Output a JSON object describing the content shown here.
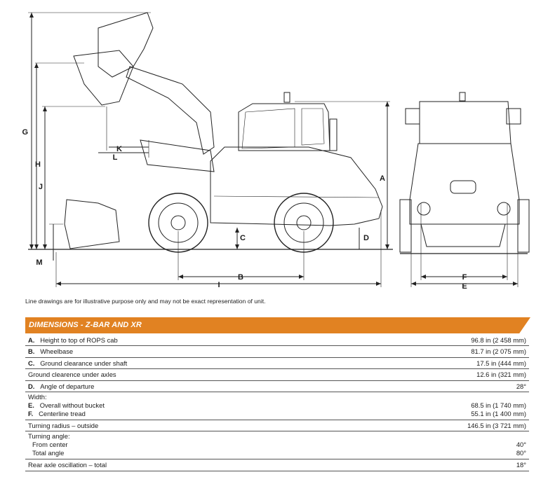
{
  "drawing": {
    "side_labels": [
      "G",
      "H",
      "J",
      "K",
      "L",
      "M",
      "A",
      "B",
      "C",
      "D",
      "I"
    ],
    "rear_labels": [
      "F",
      "E"
    ]
  },
  "caption": "Line drawings are for illustrative purpose only and may not be exact representation of unit.",
  "banner": {
    "title": "DIMENSIONS - Z-BAR AND XR",
    "color": "#e18222"
  },
  "rows": [
    {
      "letter": "A.",
      "label": "Height to top of ROPS cab",
      "value": "96.8 in (2 458 mm)"
    },
    {
      "letter": "B.",
      "label": "Wheelbase",
      "value": "81.7 in (2 075 mm)"
    },
    {
      "letter": "C.",
      "label": "Ground clearance under shaft",
      "value": "17.5 in (444 mm)"
    },
    {
      "letter": "",
      "label": "Ground clearence under axles",
      "value": "12.6 in (321 mm)"
    },
    {
      "letter": "D.",
      "label": "Angle of departure",
      "value": "28°"
    }
  ],
  "width_block": {
    "heading": "Width:",
    "items": [
      {
        "letter": "E.",
        "label": "Overall without bucket",
        "value": "68.5 in (1 740 mm)"
      },
      {
        "letter": "F.",
        "label": "Centerline tread",
        "value": "55.1 in (1 400 mm)"
      }
    ]
  },
  "turning_radius": {
    "label": "Turning radius – outside",
    "value": "146.5 in (3 721 mm)"
  },
  "turning_angle_block": {
    "heading": "Turning angle:",
    "items": [
      {
        "label": "From center",
        "value": "40°"
      },
      {
        "label": "Total angle",
        "value": "80°"
      }
    ]
  },
  "oscillation": {
    "label": "Rear axle oscillation – total",
    "value": "18°"
  }
}
